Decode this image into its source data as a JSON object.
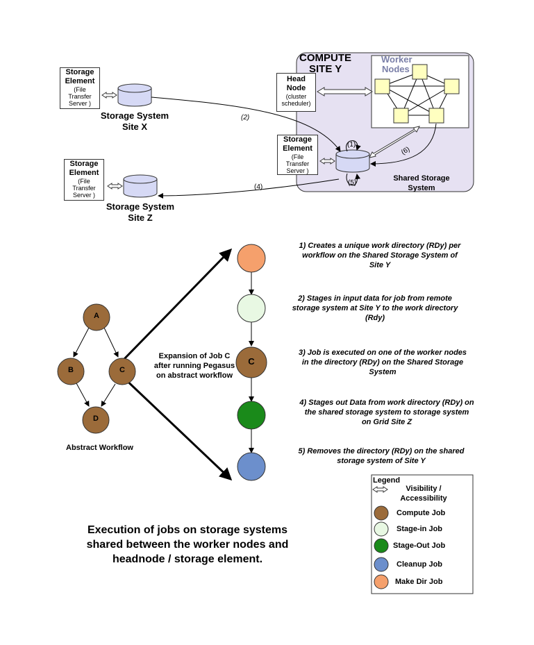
{
  "compute_site": {
    "title_line1": "COMPUTE",
    "title_line2": "SITE Y",
    "worker_nodes_line1": "Worker",
    "worker_nodes_line2": "Nodes"
  },
  "head_node": {
    "title_line1": "Head",
    "title_line2": "Node",
    "sub_line1": "(cluster",
    "sub_line2": "scheduler)"
  },
  "storage_element": {
    "title_line1": "Storage",
    "title_line2": "Element",
    "sub_line1": "(File",
    "sub_line2": "Transfer",
    "sub_line3": "Server )"
  },
  "storage_x": {
    "line1": "Storage System",
    "line2": "Site X"
  },
  "storage_z": {
    "line1": "Storage System",
    "line2": "Site Z"
  },
  "shared_storage": {
    "line1": "Shared Storage",
    "line2": "System"
  },
  "arrow_labels": {
    "a1": "(1)",
    "a2": "(2)",
    "a4": "(4)",
    "a5": "(5)",
    "a6": "(6)"
  },
  "abstract": {
    "A": "A",
    "B": "B",
    "C": "C",
    "D": "D",
    "caption": "Abstract Workflow"
  },
  "expansion": {
    "line1": "Expansion of Job C",
    "line2": "after running Pegasus",
    "line3": "on abstract workflow",
    "node_c": "C"
  },
  "steps": [
    {
      "line1": "1) Creates a unique work directory (RDy) per",
      "line2": "workflow on the Shared Storage System of",
      "line3": "Site Y"
    },
    {
      "line1": "2) Stages in input data for job from remote",
      "line2": "storage system at Site Y to the work directory",
      "line3": "(Rdy)"
    },
    {
      "line1": "3) Job is executed on one of the worker nodes",
      "line2": "in the directory (RDy) on the Shared Storage",
      "line3": "System"
    },
    {
      "line1": "4) Stages out Data from work directory (RDy) on",
      "line2": "the shared storage system to storage system",
      "line3": "on Grid Site Z"
    },
    {
      "line1": "5) Removes the directory (RDy) on the shared",
      "line2": "storage system of Site Y"
    }
  ],
  "legend": {
    "title": "Legend",
    "visibility_line1": "Visibility /",
    "visibility_line2": "Accessibility",
    "items": [
      {
        "label": "Compute Job",
        "color": "#9b6b3a"
      },
      {
        "label": "Stage-in Job",
        "color": "#e8f8e3"
      },
      {
        "label": "Stage-Out Job",
        "color": "#1a8a1a"
      },
      {
        "label": "Cleanup Job",
        "color": "#6c8fcc"
      },
      {
        "label": "Make Dir Job",
        "color": "#f5a06c"
      }
    ]
  },
  "caption": {
    "line1": "Execution of jobs on storage systems",
    "line2": "shared between the worker nodes and",
    "line3": "headnode / storage element."
  },
  "colors": {
    "compute_bg": "#e6e1f2",
    "worker_node": "#ffffc0",
    "disk": "#d6d9f5",
    "makedir": "#f5a06c",
    "stagein": "#e8f8e3",
    "compute": "#9b6b3a",
    "stageout": "#1a8a1a",
    "cleanup": "#6c8fcc"
  }
}
